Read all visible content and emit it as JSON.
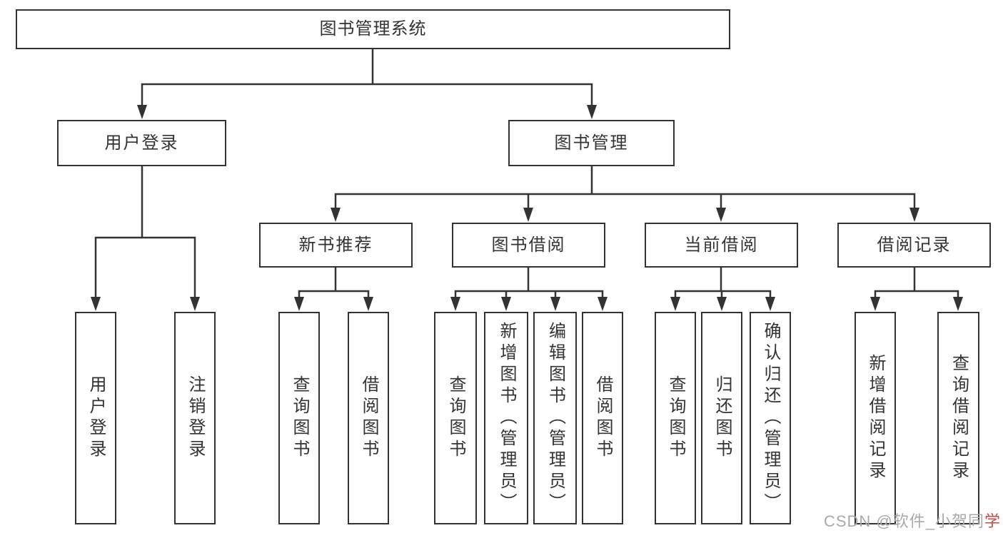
{
  "nodes": {
    "root": {
      "label": "图书管理系统"
    },
    "user_login": {
      "label": "用户登录"
    },
    "book_mgmt": {
      "label": "图书管理"
    },
    "new_books": {
      "label": "新书推荐"
    },
    "book_borrow": {
      "label": "图书借阅"
    },
    "current_borrow": {
      "label": "当前借阅"
    },
    "borrow_records": {
      "label": "借阅记录"
    },
    "leaf_user_login": {
      "label": "用户登录"
    },
    "leaf_logout": {
      "label": "注销登录"
    },
    "leaf_nb_query": {
      "label": "查询图书"
    },
    "leaf_nb_borrow": {
      "label": "借阅图书"
    },
    "leaf_bb_query": {
      "label": "查询图书"
    },
    "leaf_bb_add": {
      "label": "新增图书（管理员）"
    },
    "leaf_bb_edit": {
      "label": "编辑图书（管理员）"
    },
    "leaf_bb_borrow": {
      "label": "借阅图书"
    },
    "leaf_cb_query": {
      "label": "查询图书"
    },
    "leaf_cb_return": {
      "label": "归还图书"
    },
    "leaf_cb_confirm": {
      "label": "确认归还（管理员）"
    },
    "leaf_br_add": {
      "label": "新增借阅记录"
    },
    "leaf_br_query": {
      "label": "查询借阅记录"
    }
  },
  "watermark": {
    "text": "CSDN @软件_小贺同",
    "accent": "学"
  },
  "colors": {
    "line": "#333333",
    "box_border": "#333333",
    "text": "#333333",
    "background": "#ffffff",
    "watermark": "#a9a9a9",
    "watermark_accent": "#c14a4a"
  }
}
